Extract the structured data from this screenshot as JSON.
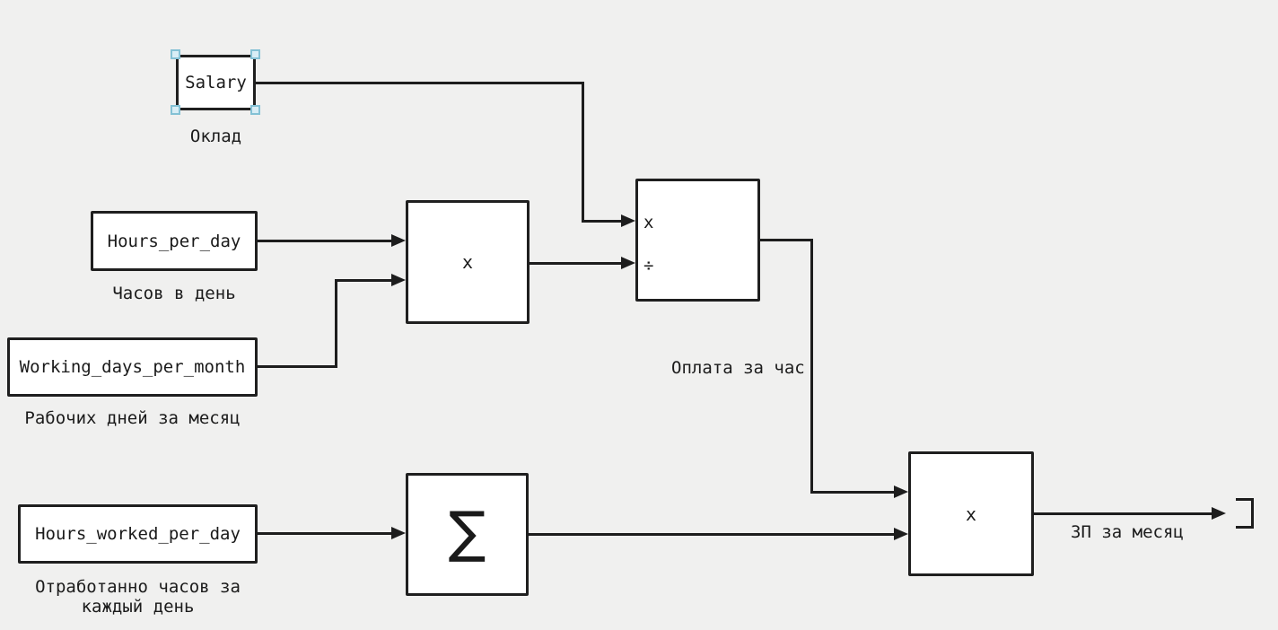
{
  "canvas": {
    "background": "#f0f0ef",
    "stroke": "#1d1d1d",
    "selection_color": "#84c1d5"
  },
  "blocks": {
    "salary": {
      "name": "Salary",
      "caption": "Оклад",
      "selected": true
    },
    "hours_per_day": {
      "name": "Hours_per_day",
      "caption": "Часов в день"
    },
    "working_days_per_month": {
      "name": "Working_days_per_month",
      "caption": "Рабочих дней за месяц"
    },
    "hours_worked_per_day": {
      "name": "Hours_worked_per_day",
      "caption_line1": "Отработанно часов за",
      "caption_line2": "каждый день"
    },
    "multiply_1": {
      "symbol": "x"
    },
    "divide": {
      "input1_symbol": "x",
      "input2_symbol": "÷",
      "caption": "Оплата за час"
    },
    "sum": {
      "symbol": "∑"
    },
    "multiply_2": {
      "symbol": "x"
    },
    "output_port": {
      "caption": "ЗП за месяц"
    }
  }
}
